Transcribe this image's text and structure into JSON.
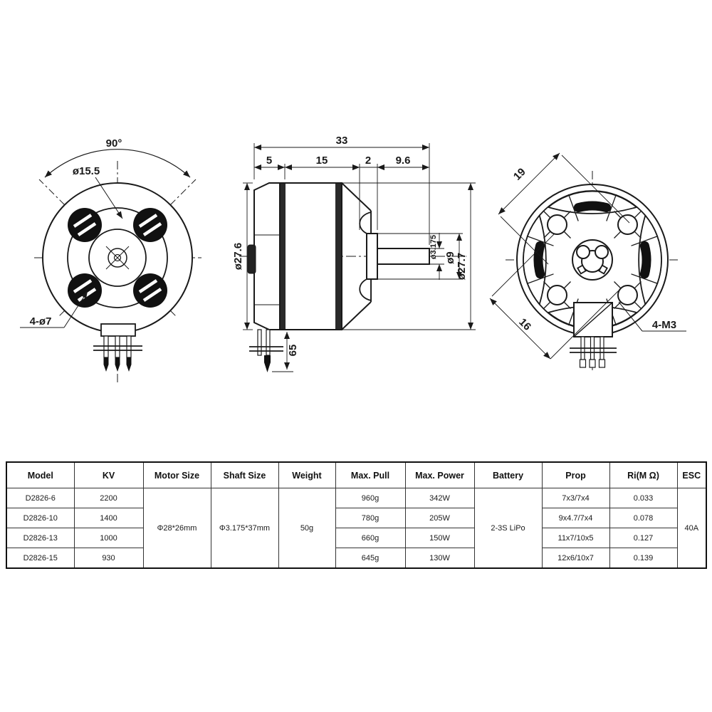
{
  "drawing": {
    "front_view": {
      "angle_label": "90°",
      "inner_diameter_label": "ø15.5",
      "mount_holes_label": "4-ø7"
    },
    "side_view": {
      "total_length_label": "33",
      "flange_width_label": "5",
      "body_width_label": "15",
      "collar_width_label": "2",
      "shaft_length_label": "9.6",
      "body_diameter_label": "ø27.6",
      "shaft_diameter_label": "ø3.175",
      "hub_diameter_label": "ø9",
      "outer_diameter_label": "ø27.7",
      "wire_length_label": "65"
    },
    "rear_view": {
      "hole_spacing_label_19": "19",
      "hole_spacing_label_16": "16",
      "screw_holes_label": "4-M3"
    }
  },
  "table": {
    "headers": [
      "Model",
      "KV",
      "Motor Size",
      "Shaft Size",
      "Weight",
      "Max. Pull",
      "Max. Power",
      "Battery",
      "Prop",
      "Ri(M Ω)",
      "ESC"
    ],
    "merged": {
      "motor_size": "Φ28*26mm",
      "shaft_size": "Φ3.175*37mm",
      "weight": "50g",
      "battery": "2-3S LiPo",
      "esc": "40A"
    },
    "rows": [
      {
        "model": "D2826-6",
        "kv": "2200",
        "max_pull": "960g",
        "max_power": "342W",
        "prop": "7x3/7x4",
        "ri": "0.033"
      },
      {
        "model": "D2826-10",
        "kv": "1400",
        "max_pull": "780g",
        "max_power": "205W",
        "prop": "9x4.7/7x4",
        "ri": "0.078"
      },
      {
        "model": "D2826-13",
        "kv": "1000",
        "max_pull": "660g",
        "max_power": "150W",
        "prop": "11x7/10x5",
        "ri": "0.127"
      },
      {
        "model": "D2826-15",
        "kv": "930",
        "max_pull": "645g",
        "max_power": "130W",
        "prop": "12x6/10x7",
        "ri": "0.139"
      }
    ],
    "colors": {
      "esc_text": "#8c8c8c",
      "line": "#1a1a1a"
    }
  }
}
